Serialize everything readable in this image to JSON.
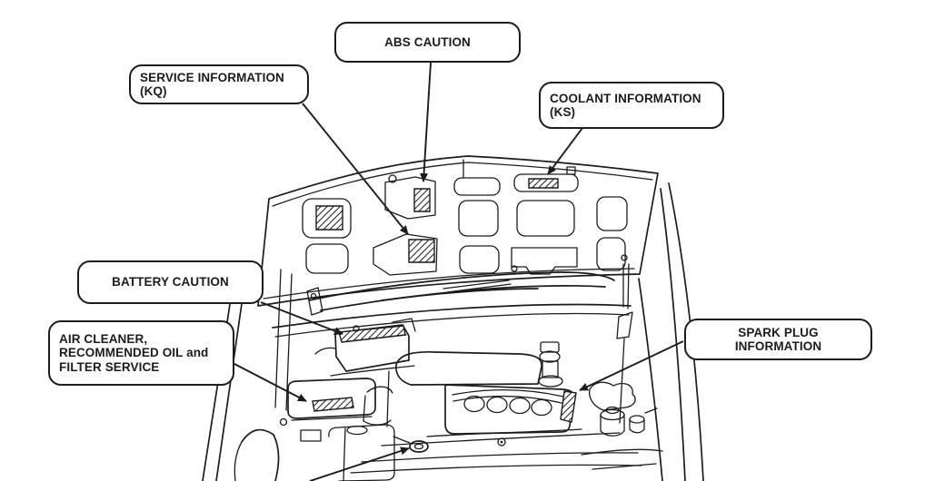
{
  "figure": {
    "kind": "service-manual-illustration",
    "subject": "Engine compartment caution and information label locations (hood open, front view)",
    "colors": {
      "ink": "#1c1c1c",
      "paper": "#ffffff"
    },
    "callouts": [
      {
        "id": "abs-caution",
        "lines": [
          "ABS CAUTION"
        ]
      },
      {
        "id": "service-information-kq",
        "lines": [
          "SERVICE INFORMATION",
          "(KQ)"
        ]
      },
      {
        "id": "coolant-information-ks",
        "lines": [
          "COOLANT INFORMATION",
          "(KS)"
        ]
      },
      {
        "id": "battery-caution",
        "lines": [
          "BATTERY CAUTION"
        ]
      },
      {
        "id": "air-cleaner-service",
        "lines": [
          "AIR CLEANER,",
          "RECOMMENDED OIL and",
          "FILTER SERVICE"
        ]
      },
      {
        "id": "spark-plug-information",
        "lines": [
          "SPARK PLUG",
          "INFORMATION"
        ]
      }
    ]
  }
}
